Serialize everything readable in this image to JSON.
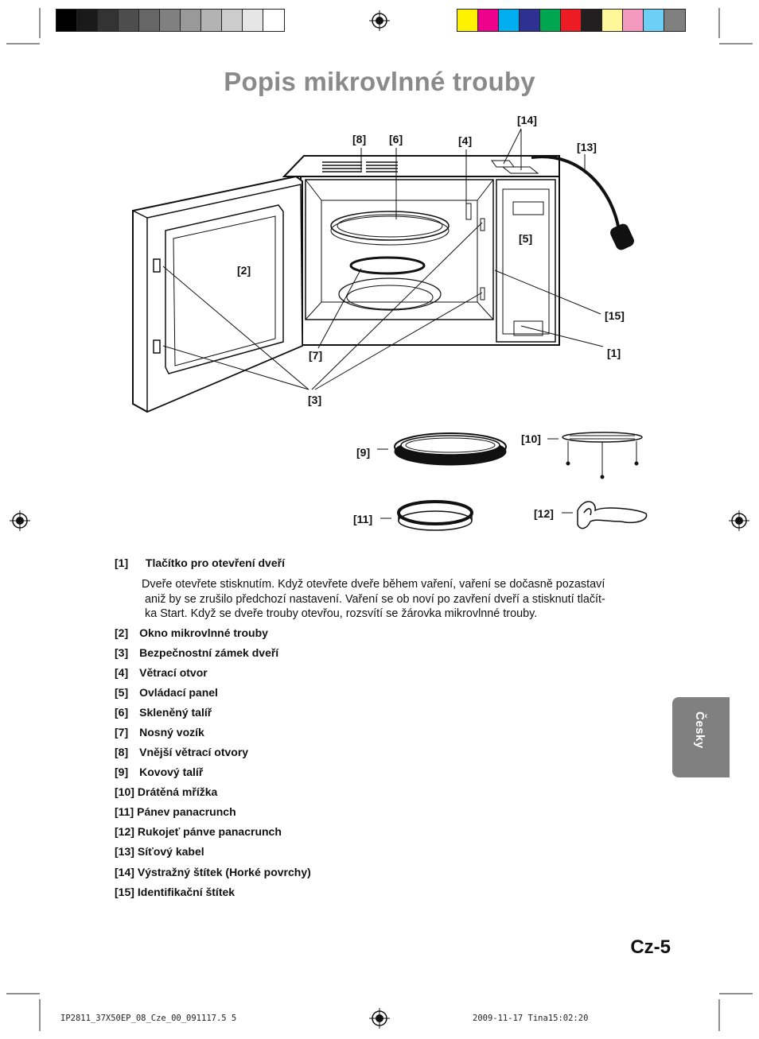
{
  "colors": {
    "grayscale_bar": [
      "#000000",
      "#1a1a1a",
      "#333333",
      "#4d4d4d",
      "#666666",
      "#808080",
      "#999999",
      "#b3b3b3",
      "#cccccc",
      "#e6e6e6",
      "#ffffff"
    ],
    "color_bar": [
      "#fff200",
      "#ec008c",
      "#00aeef",
      "#2e3192",
      "#00a651",
      "#ed1c24",
      "#231f20",
      "#fff799",
      "#f49ac1",
      "#6dcff6",
      "#808080"
    ],
    "title_gray": "#8a8a8a",
    "tab_gray": "#808080"
  },
  "page": {
    "title": "Popis mikrovlnné trouby",
    "side_tab": "Česky",
    "page_number": "Cz-5",
    "footer_left": "IP2811_37X50EP_08_Cze_00_091117.5   5",
    "footer_right": "2009-11-17   Tina15:02:20"
  },
  "diagram": {
    "callouts": {
      "c1": "[1]",
      "c2": "[2]",
      "c3": "[3]",
      "c4": "[4]",
      "c5": "[5]",
      "c6": "[6]",
      "c7": "[7]",
      "c8": "[8]",
      "c9": "[9]",
      "c10": "[10]",
      "c11": "[11]",
      "c12": "[12]",
      "c13": "[13]",
      "c14": "[14]",
      "c15": "[15]"
    }
  },
  "legend": {
    "item1": {
      "num": "[1]",
      "label": "Tlačítko pro otevření dveří",
      "desc_line1": "Dveře otevřete stisknutím. Když otevřete dveře během vaření, vaření se dočasně pozastaví",
      "desc_line2": "aniž by se zrušilo předchozí nastavení. Vaření se ob noví po zavření dveří a stisknutí tlačít-",
      "desc_line3": "ka Start. Když se dveře trouby otevřou, rozsvítí se žárovka mikrovlnné trouby."
    },
    "items": [
      {
        "num": "[2]",
        "label": "Okno mikrovlnné trouby"
      },
      {
        "num": "[3]",
        "label": "Bezpečnostní zámek dveří"
      },
      {
        "num": "[4]",
        "label": "Větrací otvor"
      },
      {
        "num": "[5]",
        "label": "Ovládací panel"
      },
      {
        "num": "[6]",
        "label": "Skleněný talíř"
      },
      {
        "num": "[7]",
        "label": "Nosný vozík"
      },
      {
        "num": "[8]",
        "label": "Vnější větrací otvory"
      },
      {
        "num": "[9]",
        "label": "Kovový talíř"
      },
      {
        "num": "[10]",
        "label": "Drátěná mřížka"
      },
      {
        "num": "[11]",
        "label": "Pánev panacrunch"
      },
      {
        "num": "[12]",
        "label": "Rukojeť pánve panacrunch"
      },
      {
        "num": "[13]",
        "label": "Síťový kabel"
      },
      {
        "num": "[14]",
        "label": "Výstražný štítek (Horké povrchy)"
      },
      {
        "num": "[15]",
        "label": "Identifikační štítek"
      }
    ]
  }
}
